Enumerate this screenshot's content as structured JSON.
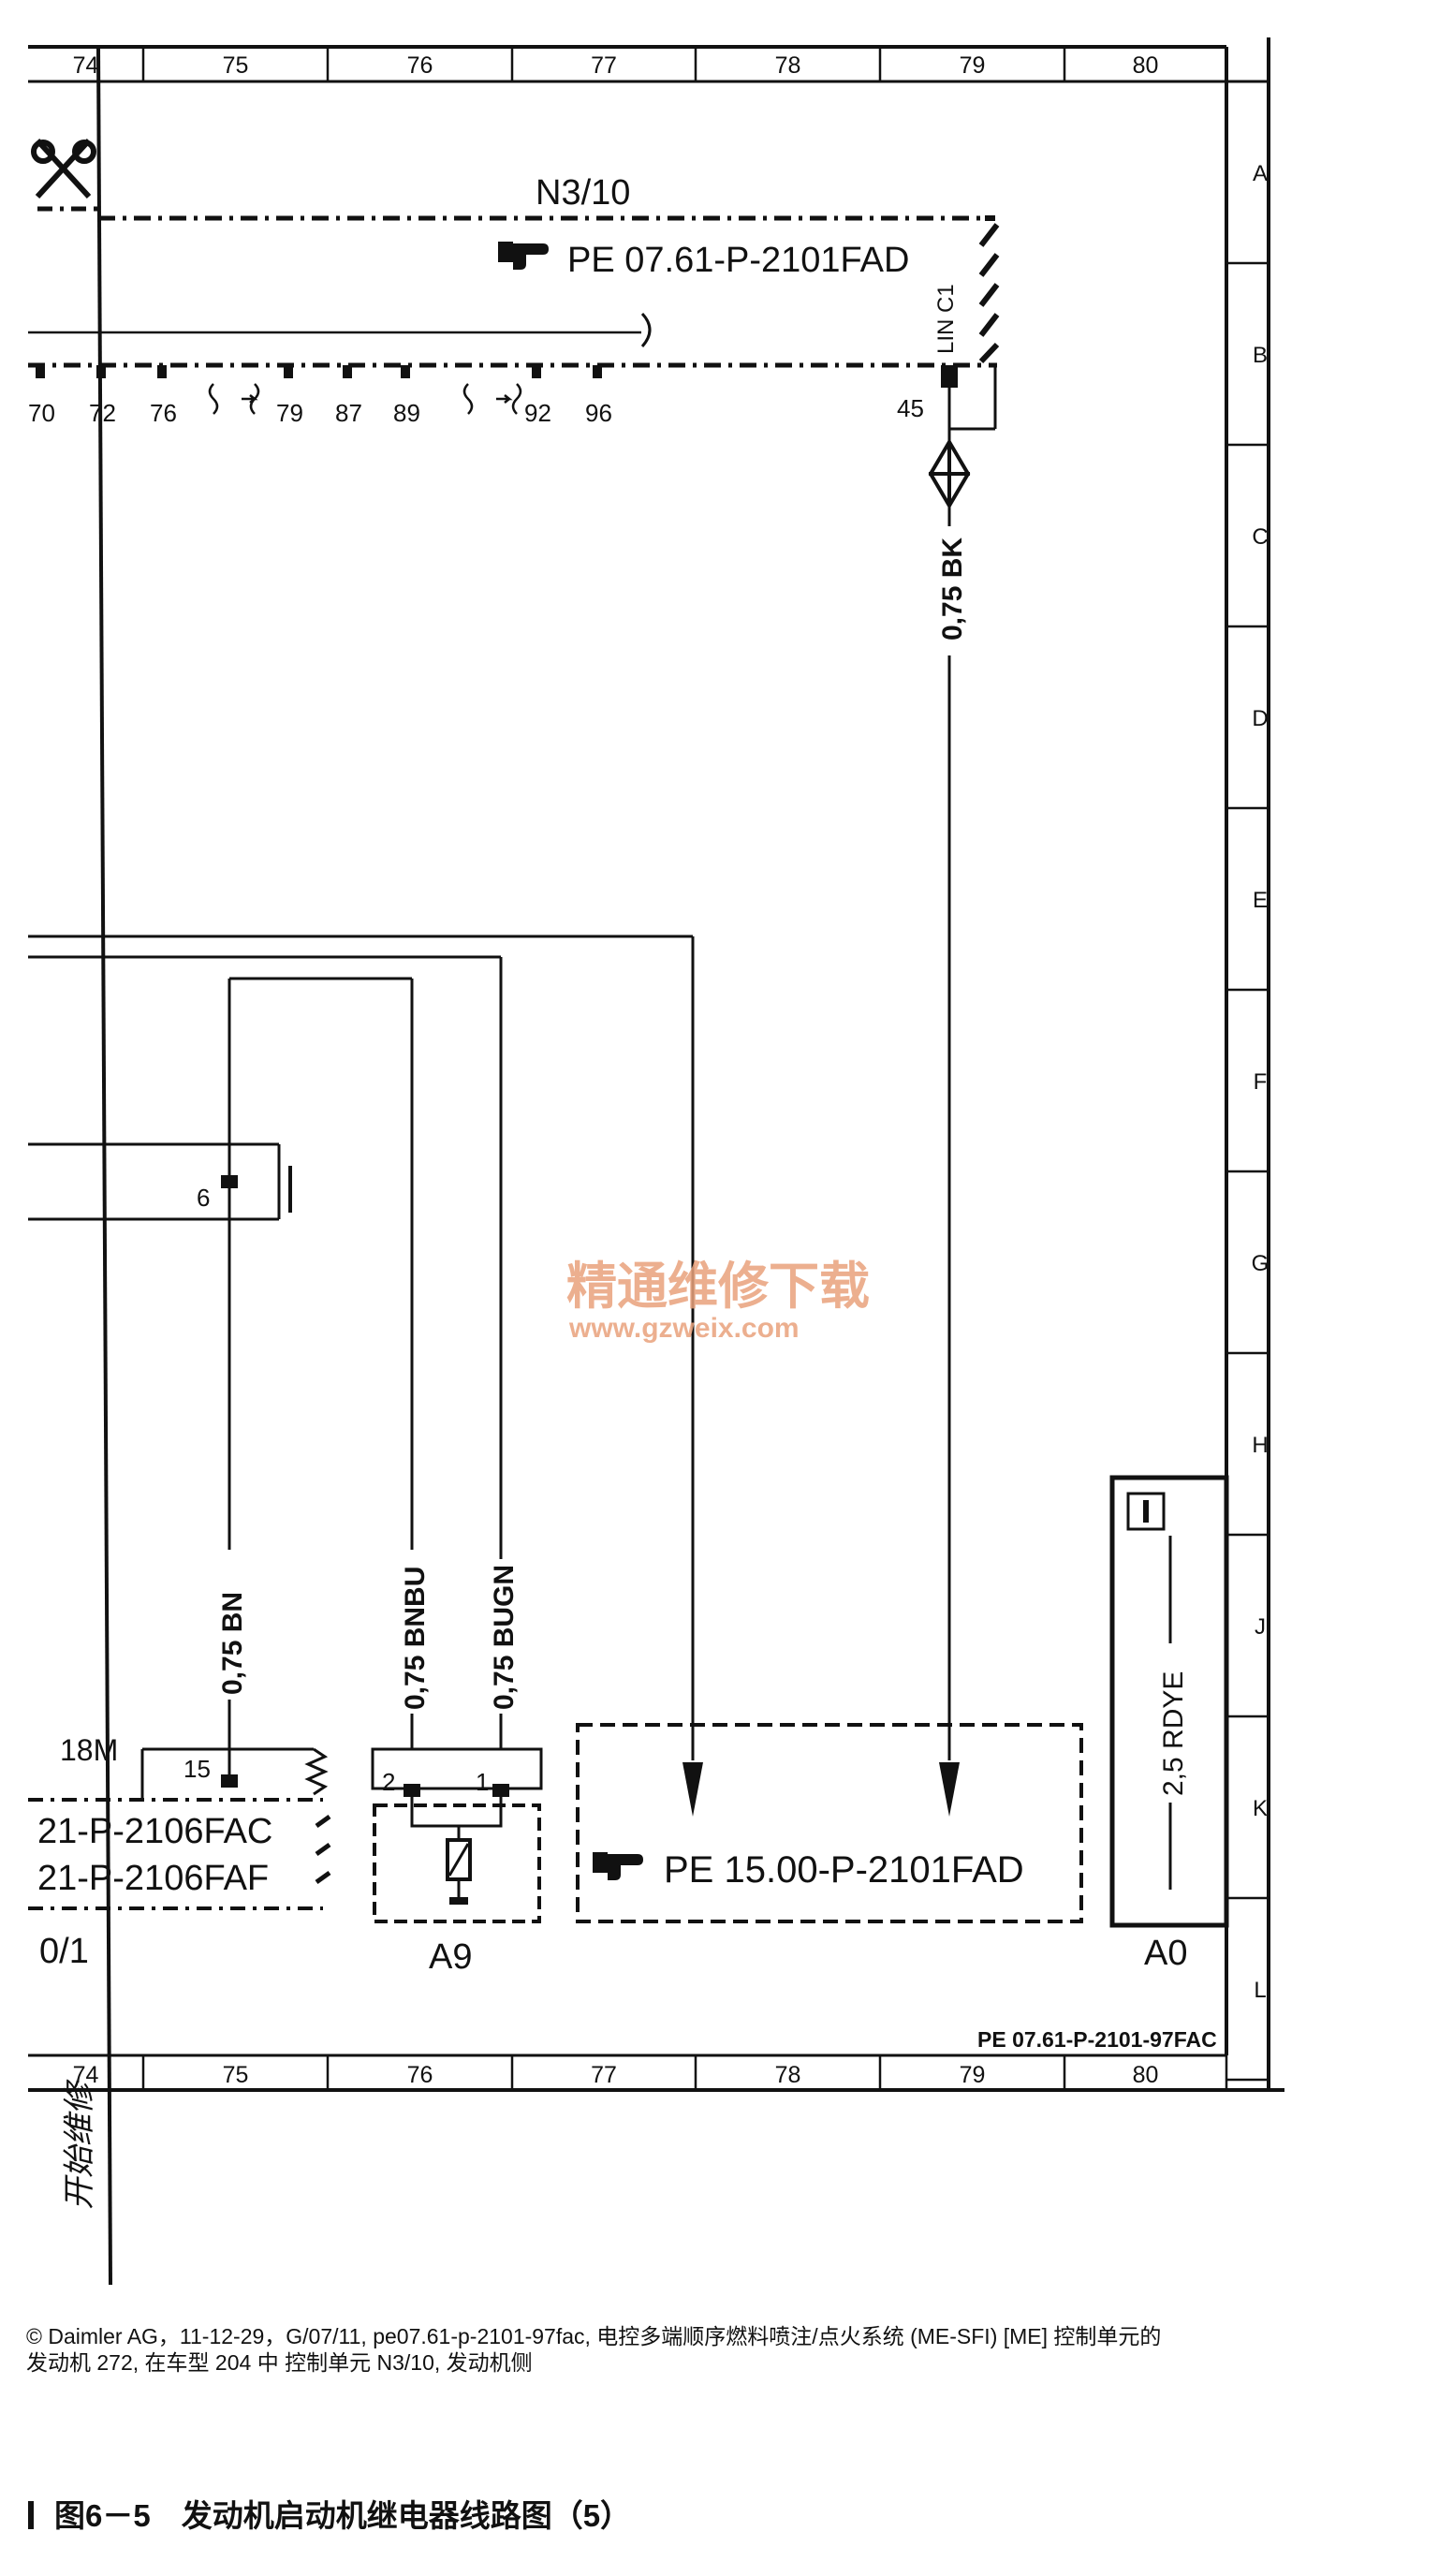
{
  "grid": {
    "columns": [
      "74",
      "75",
      "76",
      "77",
      "78",
      "79",
      "80"
    ],
    "rows": [
      "A",
      "B",
      "C",
      "D",
      "E",
      "F",
      "G",
      "H",
      "J",
      "K",
      "L"
    ]
  },
  "module_n3_10": {
    "name": "N3/10",
    "ref": "PE 07.61-P-2101FAD",
    "pins": [
      "70",
      "72",
      "76",
      "79",
      "87",
      "89",
      "92",
      "96"
    ],
    "lin_label": "LIN C1",
    "lin_pin": "45"
  },
  "wires": {
    "bk": "0,75 BK",
    "bn": "0,75 BN",
    "bnbu": "0,75 BNBU",
    "bugn": "0,75 BUGN",
    "rdye": "2,5 RDYE"
  },
  "connector_6_pin": "6",
  "component_18m": {
    "label": "18M",
    "pin": "15",
    "ref1": "21-P-2106FAC",
    "ref2": "21-P-2106FAF",
    "name": "0/1"
  },
  "component_a9": {
    "name": "A9",
    "pin_left": "2",
    "pin_right": "1"
  },
  "ref_box": {
    "ref": "PE 15.00-P-2101FAD"
  },
  "component_a0": {
    "name": "A0"
  },
  "drawing_number": "PE 07.61-P-2101-97FAC",
  "watermark": {
    "cn": "精通维修下载",
    "url": "www.gzweix.com"
  },
  "side_note": "开始维修",
  "caption": {
    "line1": "© Daimler AG，11-12-29，G/07/11, pe07.61-p-2101-97fac, 电控多端顺序燃料喷注/点火系统 (ME-SFI) [ME] 控制单元的",
    "line2": "发动机 272, 在车型 204 中 控制单元 N3/10, 发动机侧"
  },
  "figure_title": "图6－5　发动机启动机继电器线路图（5）"
}
